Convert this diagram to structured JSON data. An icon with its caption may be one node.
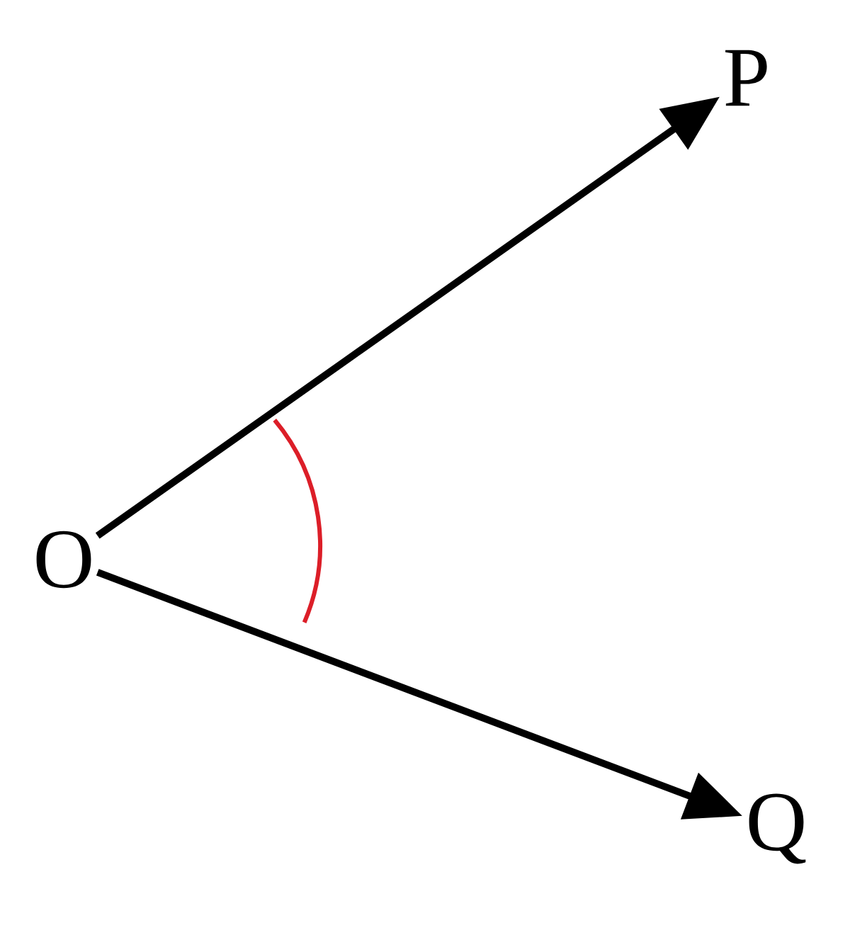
{
  "diagram": {
    "nodes": [
      {
        "text": [
          "O"
        ]
      },
      {
        "text": [
          "P"
        ]
      },
      {
        "text": [
          "Q"
        ]
      }
    ],
    "edges": [
      {
        "from": 0,
        "to": 1,
        "arrow": "to"
      },
      {
        "from": 0,
        "to": 2,
        "arrow": "to"
      }
    ]
  }
}
